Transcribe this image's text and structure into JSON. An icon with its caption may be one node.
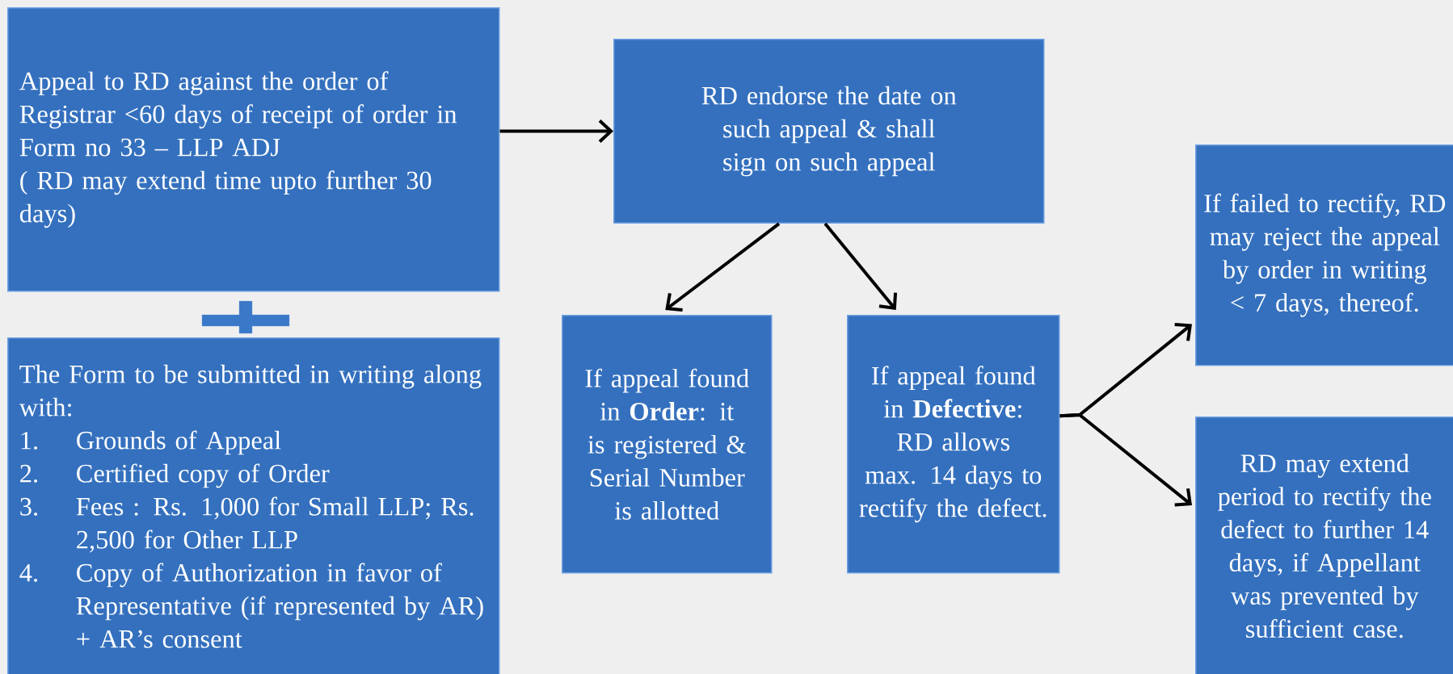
{
  "diagram": {
    "nodes": [
      {
        "text": [
          "Appeal to RD against the order of Registrar <60 days of receipt of order in Form no 33 – LLP ADJ",
          "( RD may extend time upto further 30 days)"
        ]
      },
      {
        "text": [
          "RD endorse the date on such appeal & shall sign on such appeal"
        ]
      },
      {
        "text": [
          "If appeal found in **Order**: it is registered & Serial Number is allotted"
        ]
      },
      {
        "text": [
          "If appeal found in **Defective**: RD allows max. 14 days to rectify the defect."
        ]
      },
      {
        "text": [
          "If failed to rectify, RD may reject the appeal by order in writing < 7 days, thereof."
        ]
      },
      {
        "text": [
          "The Form to be submitted in writing along with:",
          "1.",
          "Grounds of Appeal",
          "2.",
          "Certified copy of Order",
          "3.",
          "Fees : Rs. 1,000 for Small LLP; Rs. 2,500 for Other LLP",
          "4.",
          "Copy of Authorization in favor of Representative (if represented by AR) + AR’s consent"
        ]
      },
      {
        "text": [
          "RD may extend period to rectify the defect to further 14 days, if Appellant was prevented by sufficient case."
        ]
      },
      {
        "text": [],
        "shape": "plus"
      }
    ],
    "edges": [
      {
        "from": 0,
        "to": 1,
        "arrow": "to"
      },
      {
        "from": 1,
        "to": 2,
        "arrow": "to"
      },
      {
        "from": 1,
        "to": 3,
        "arrow": "to"
      },
      {
        "from": 3,
        "to": 4,
        "arrow": "to"
      },
      {
        "from": 3,
        "to": 6,
        "arrow": "to"
      }
    ]
  }
}
